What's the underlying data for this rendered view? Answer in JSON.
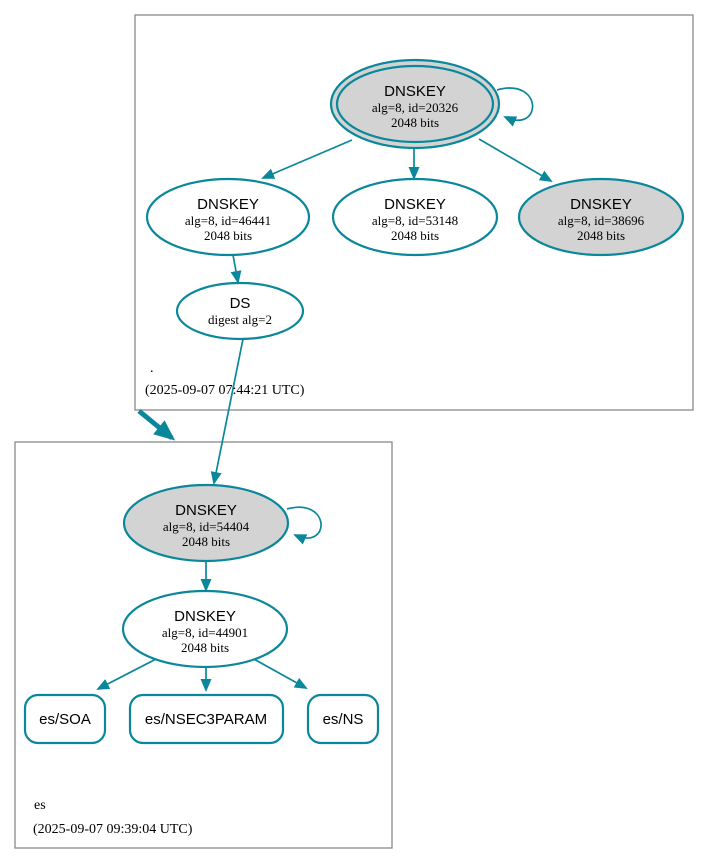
{
  "colors": {
    "edge_teal": "#0a879a",
    "node_fill_gray": "#d3d3d3",
    "node_fill_white": "#ffffff",
    "box_border": "#8a8a8a",
    "text": "#000000"
  },
  "zones": {
    "root": {
      "name": ".",
      "timestamp": "(2025-09-07 07:44:21 UTC)",
      "nodes": {
        "ksk": {
          "title": "DNSKEY",
          "detail1": "alg=8, id=20326",
          "detail2": "2048 bits"
        },
        "zsk1": {
          "title": "DNSKEY",
          "detail1": "alg=8, id=46441",
          "detail2": "2048 bits"
        },
        "zsk2": {
          "title": "DNSKEY",
          "detail1": "alg=8, id=53148",
          "detail2": "2048 bits"
        },
        "zsk3": {
          "title": "DNSKEY",
          "detail1": "alg=8, id=38696",
          "detail2": "2048 bits"
        },
        "ds": {
          "title": "DS",
          "detail1": "digest alg=2"
        }
      }
    },
    "es": {
      "name": "es",
      "timestamp": "(2025-09-07 09:39:04 UTC)",
      "nodes": {
        "ksk": {
          "title": "DNSKEY",
          "detail1": "alg=8, id=54404",
          "detail2": "2048 bits"
        },
        "zsk": {
          "title": "DNSKEY",
          "detail1": "alg=8, id=44901",
          "detail2": "2048 bits"
        },
        "soa": {
          "label": "es/SOA"
        },
        "nsec3param": {
          "label": "es/NSEC3PARAM"
        },
        "ns": {
          "label": "es/NS"
        }
      }
    }
  }
}
